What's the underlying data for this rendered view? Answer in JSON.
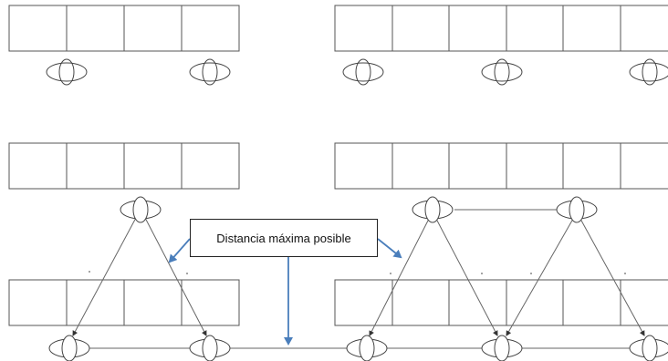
{
  "callout": {
    "text": "Distancia máxima posible"
  },
  "seats": {
    "top_left_row": 2,
    "top_right_row": 3,
    "bottom_left_row": 2,
    "bottom_right_row": 3
  },
  "colors": {
    "arrow": "#4a7ebb",
    "line": "#555555",
    "box": "#555555"
  }
}
